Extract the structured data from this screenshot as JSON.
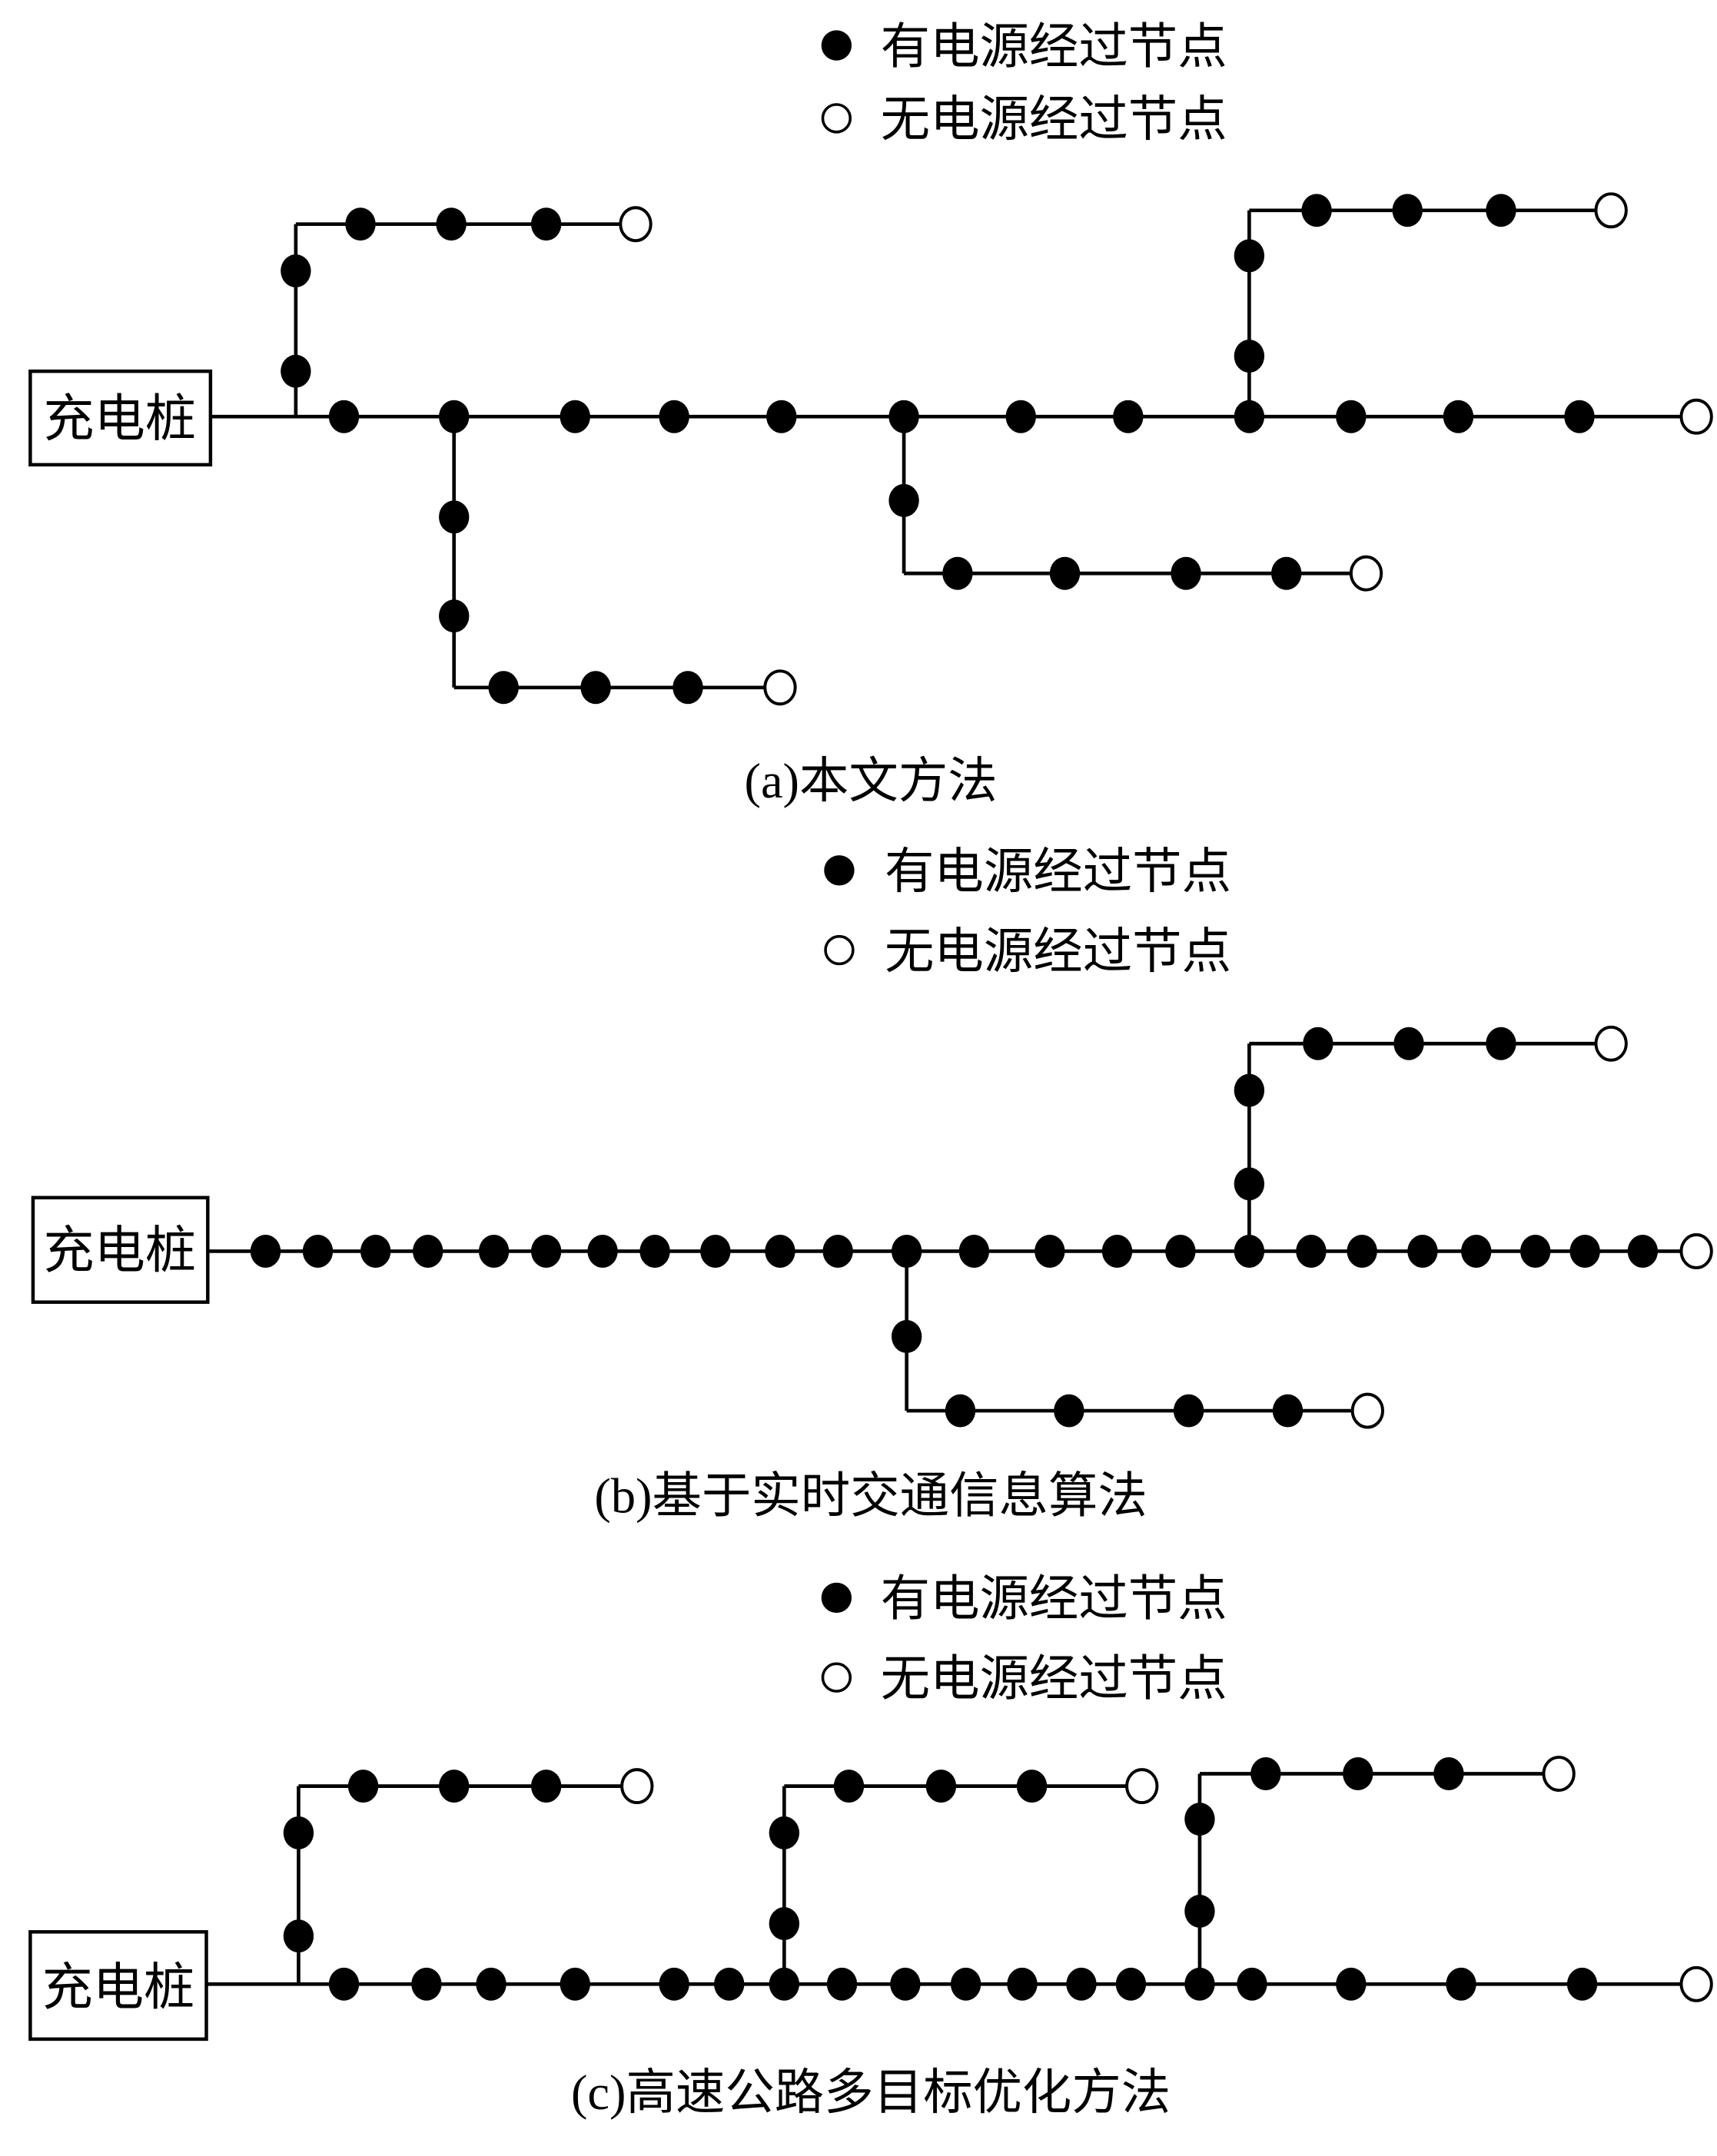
{
  "colors": {
    "ink": "#000000",
    "background": "#ffffff"
  },
  "legend": {
    "powered": {
      "icon": "filled-circle-icon",
      "label": "有电源经过节点"
    },
    "unpowered": {
      "icon": "open-circle-icon",
      "label": "无电源经过节点"
    }
  },
  "panels": [
    {
      "id": "a",
      "caption": "(a)本文方法",
      "source_label": "充电桩",
      "main": {
        "powered_nodes": 12,
        "terminal": "unpowered"
      },
      "branches": [
        {
          "attach": "before-node-1",
          "direction": "up",
          "vertical_powered": 2,
          "horizontal_powered": 3,
          "terminal": "unpowered"
        },
        {
          "attach": "main-node-2",
          "direction": "down",
          "vertical_powered": 2,
          "horizontal_powered": 3,
          "terminal": "unpowered"
        },
        {
          "attach": "main-node-6",
          "direction": "down",
          "vertical_powered": 1,
          "horizontal_powered": 4,
          "terminal": "unpowered"
        },
        {
          "attach": "main-node-9",
          "direction": "up",
          "vertical_powered": 2,
          "horizontal_powered": 3,
          "terminal": "unpowered"
        }
      ]
    },
    {
      "id": "b",
      "caption": "(b)基于实时交通信息算法",
      "source_label": "充电桩",
      "main": {
        "powered_nodes": 25,
        "terminal": "unpowered"
      },
      "branches": [
        {
          "attach": "main-node-12",
          "direction": "down",
          "vertical_powered": 1,
          "horizontal_powered": 4,
          "terminal": "unpowered"
        },
        {
          "attach": "main-node-17",
          "direction": "up",
          "vertical_powered": 2,
          "horizontal_powered": 3,
          "terminal": "unpowered"
        }
      ]
    },
    {
      "id": "c",
      "caption": "(c)高速公路多目标优化方法",
      "source_label": "充电桩",
      "main": {
        "powered_nodes": 18,
        "terminal": "unpowered"
      },
      "branches": [
        {
          "attach": "before-node-1",
          "direction": "up",
          "vertical_powered": 2,
          "horizontal_powered": 3,
          "terminal": "unpowered"
        },
        {
          "attach": "main-node-7",
          "direction": "up",
          "vertical_powered": 2,
          "horizontal_powered": 3,
          "terminal": "unpowered"
        },
        {
          "attach": "main-node-14",
          "direction": "up",
          "vertical_powered": 2,
          "horizontal_powered": 3,
          "terminal": "unpowered"
        }
      ]
    }
  ]
}
